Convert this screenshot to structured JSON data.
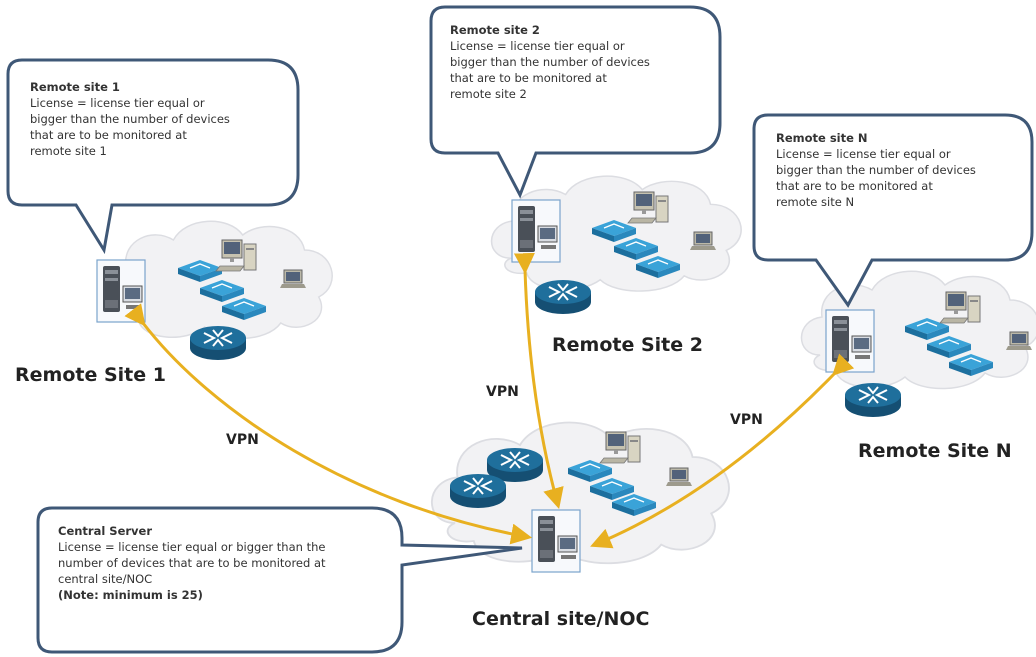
{
  "callouts": {
    "remote1": {
      "title": "Remote site 1",
      "lines": [
        "License = license tier equal or",
        "bigger than the number of devices",
        "that are to be monitored at",
        "remote site 1"
      ]
    },
    "remote2": {
      "title": "Remote site 2",
      "lines": [
        "License = license tier equal or",
        "bigger than the number of devices",
        "that are to be monitored at",
        "remote site 2"
      ]
    },
    "remoteN": {
      "title": "Remote site N",
      "lines": [
        "License = license tier equal or",
        "bigger than the number of devices",
        "that are to be monitored at",
        "remote site N"
      ]
    },
    "central": {
      "title": "Central Server",
      "lines": [
        "License = license tier equal or bigger than the",
        "number of devices that are to be monitored at",
        "central site/NOC"
      ],
      "note": "(Note: minimum is 25)"
    }
  },
  "sites": {
    "remote1": "Remote Site 1",
    "remote2": "Remote Site 2",
    "remoteN": "Remote Site N",
    "central": "Central site/NOC"
  },
  "links": {
    "vpn1": "VPN",
    "vpn2": "VPN",
    "vpnN": "VPN"
  },
  "colors": {
    "vpn_line": "#e8b020",
    "callout_border": "#3f5877",
    "cloud": "#f2f2f4",
    "router": "#1f6f9c",
    "switch": "#3aa3d8"
  },
  "icons": [
    "server-icon",
    "router-icon",
    "switch-icon",
    "workstation-icon",
    "laptop-icon",
    "cloud-icon"
  ]
}
